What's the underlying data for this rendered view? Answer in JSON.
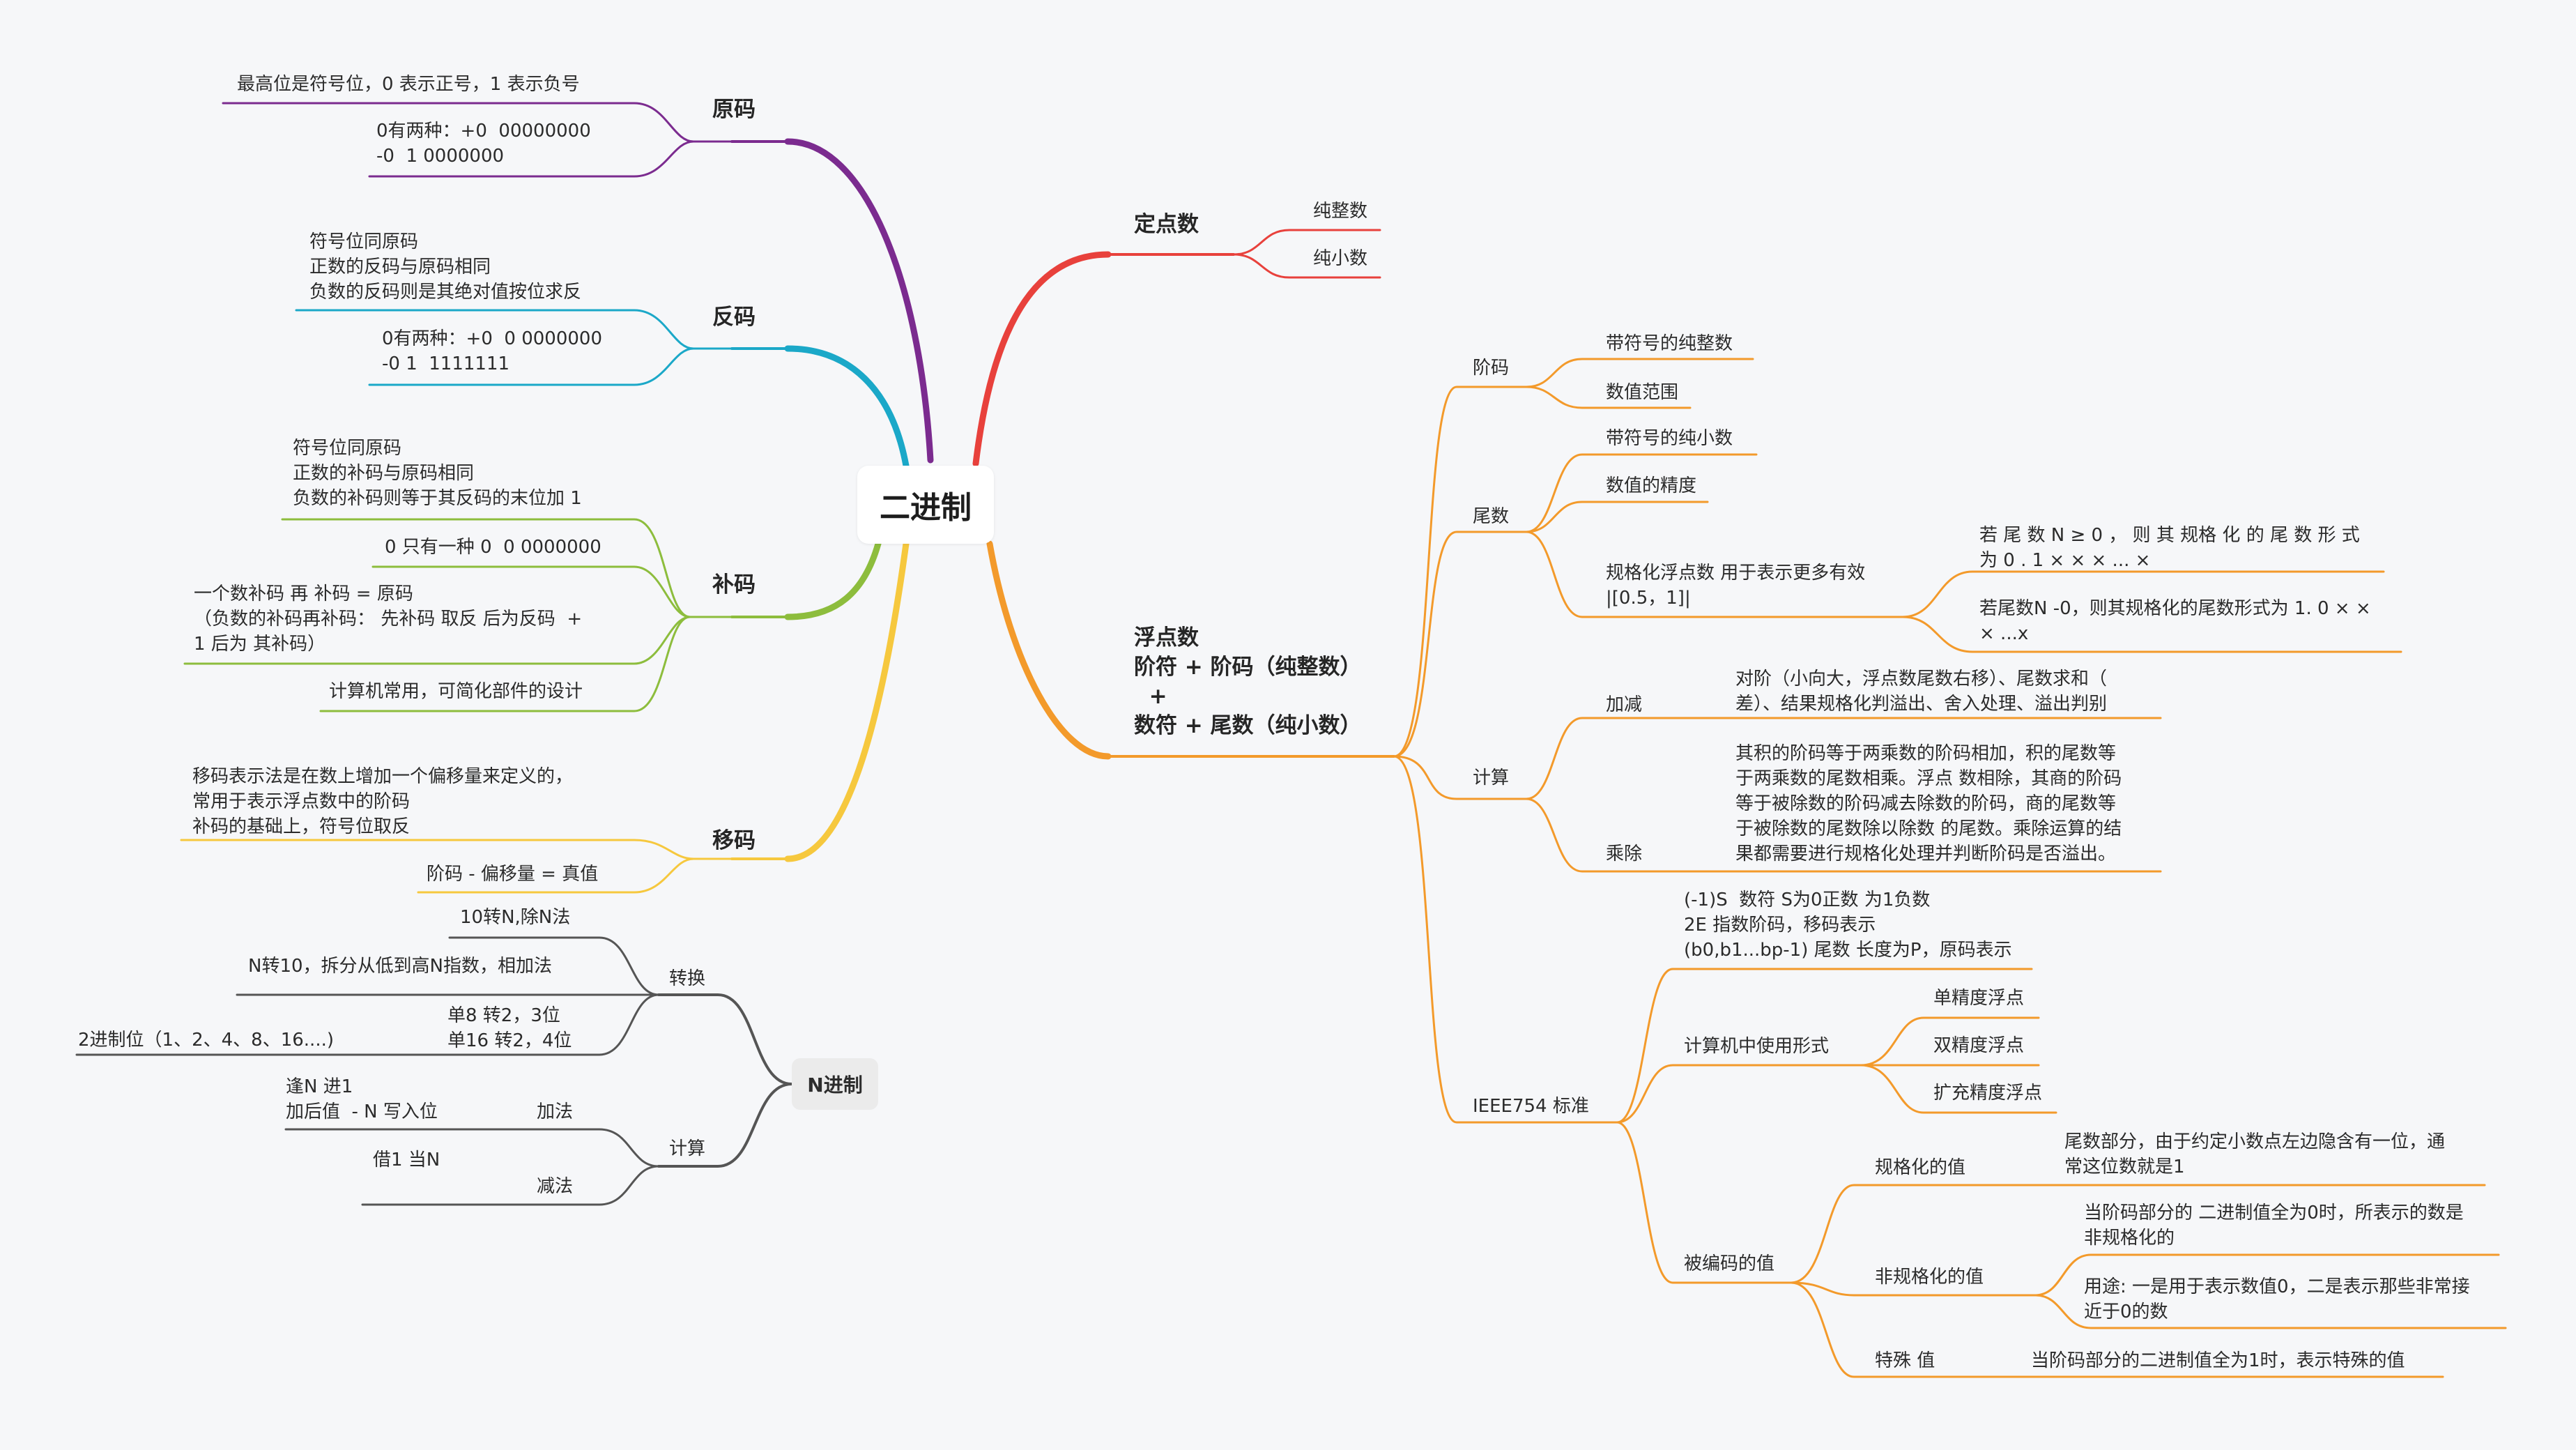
{
  "root": "二进制",
  "colors": {
    "purple": "#7b2b8f",
    "cyan": "#1ba8c8",
    "green": "#8dbd3d",
    "yellow": "#f6c83e",
    "gray": "#555555",
    "red": "#e8413c",
    "orange": "#f39a2b"
  },
  "left": {
    "yuanma": {
      "label": "原码",
      "items": [
        "最高位是符号位，0 表示正号，1 表示负号",
        "0有两种：+0  00000000\n-0  1 0000000"
      ]
    },
    "fanma": {
      "label": "反码",
      "items": [
        "符号位同原码\n正数的反码与原码相同\n负数的反码则是其绝对值按位求反",
        "0有两种：+0  0 0000000\n-0 1  1111111"
      ]
    },
    "buma": {
      "label": "补码",
      "items": [
        "符号位同原码\n正数的补码与原码相同\n负数的补码则等于其反码的末位加 1",
        "0 只有一种 0  0 0000000",
        "一个数补码 再 补码 = 原码\n（负数的补码再补码： 先补码 取反 后为反码  +\n1 后为 其补码）",
        "计算机常用，可简化部件的设计"
      ]
    },
    "yima": {
      "label": "移码",
      "items": [
        "移码表示法是在数上增加一个偏移量来定义的，\n常用于表示浮点数中的阶码\n补码的基础上，符号位取反",
        "阶码 - 偏移量 = 真值"
      ]
    },
    "njinzhi": {
      "label": "N进制",
      "zhuanhuan": {
        "label": "转换",
        "items": [
          "10转N,除N法",
          "N转10，拆分从低到高N指数，相加法",
          "单8 转2，3位\n单16 转2，4位"
        ],
        "note": "2进制位（1、2、4、8、16....)"
      },
      "jisuan": {
        "label": "计算",
        "jiafa": {
          "label": "加法",
          "note": "逢N 进1\n加后值  - N 写入位"
        },
        "jianfa": {
          "label": "减法",
          "note": "借1 当N"
        }
      }
    }
  },
  "right": {
    "dingdian": {
      "label": "定点数",
      "items": [
        "纯整数",
        "纯小数"
      ]
    },
    "fudian": {
      "label": "浮点数\n阶符 + 阶码（纯整数）\n  +\n数符 + 尾数（纯小数）",
      "jiema": {
        "label": "阶码",
        "items": [
          "带符号的纯整数",
          "数值范围"
        ]
      },
      "weishu": {
        "label": "尾数",
        "items": [
          "带符号的纯小数",
          "数值的精度"
        ],
        "guige": {
          "label": "规格化浮点数 用于表示更多有效\n|[0.5，1]|",
          "items": [
            "若 尾 数 N ≥ 0 ， 则 其 规格 化 的 尾 数 形 式\n为 0 . 1 × × × ... ×",
            "若尾数N -0，则其规格化的尾数形式为 1. 0 × ×\n× ...x"
          ]
        }
      },
      "jisuan": {
        "label": "计算",
        "jiajian": {
          "label": "加减",
          "text": "对阶（小向大，浮点数尾数右移）、尾数求和（\n差）、结果规格化判溢出、舍入处理、溢出判别"
        },
        "chengchu": {
          "label": "乘除",
          "text": "其积的阶码等于两乘数的阶码相加，积的尾数等\n于两乘数的尾数相乘。浮点 数相除，其商的阶码\n等于被除数的阶码减去除数的阶码，商的尾数等\n于被除数的尾数除以除数 的尾数。乘除运算的结\n果都需要进行规格化处理并判断阶码是否溢出。"
        }
      },
      "ieee": {
        "label": "IEEE754 标准",
        "xingshi": {
          "label": "计算机中使用形式",
          "note": "(-1)S  数符 S为0正数 为1负数\n2E 指数阶码，移码表示\n(b0,b1...bp-1) 尾数 长度为P，原码表示",
          "items": [
            "单精度浮点",
            "双精度浮点",
            "扩充精度浮点"
          ]
        },
        "bianma": {
          "label": "被编码的值",
          "guigehua": {
            "label": "规格化的值",
            "text": "尾数部分，由于约定小数点左边隐含有一位，通\n常这位数就是1"
          },
          "feiguige": {
            "label": "非规格化的值",
            "items": [
              "当阶码部分的 二进制值全为0时，所表示的数是\n非规格化的",
              "用途: 一是用于表示数值0，二是表示那些非常接\n近于0的数"
            ]
          },
          "teshu": {
            "label": "特殊 值",
            "text": "当阶码部分的二进制值全为1时，表示特殊的值"
          }
        }
      }
    }
  }
}
